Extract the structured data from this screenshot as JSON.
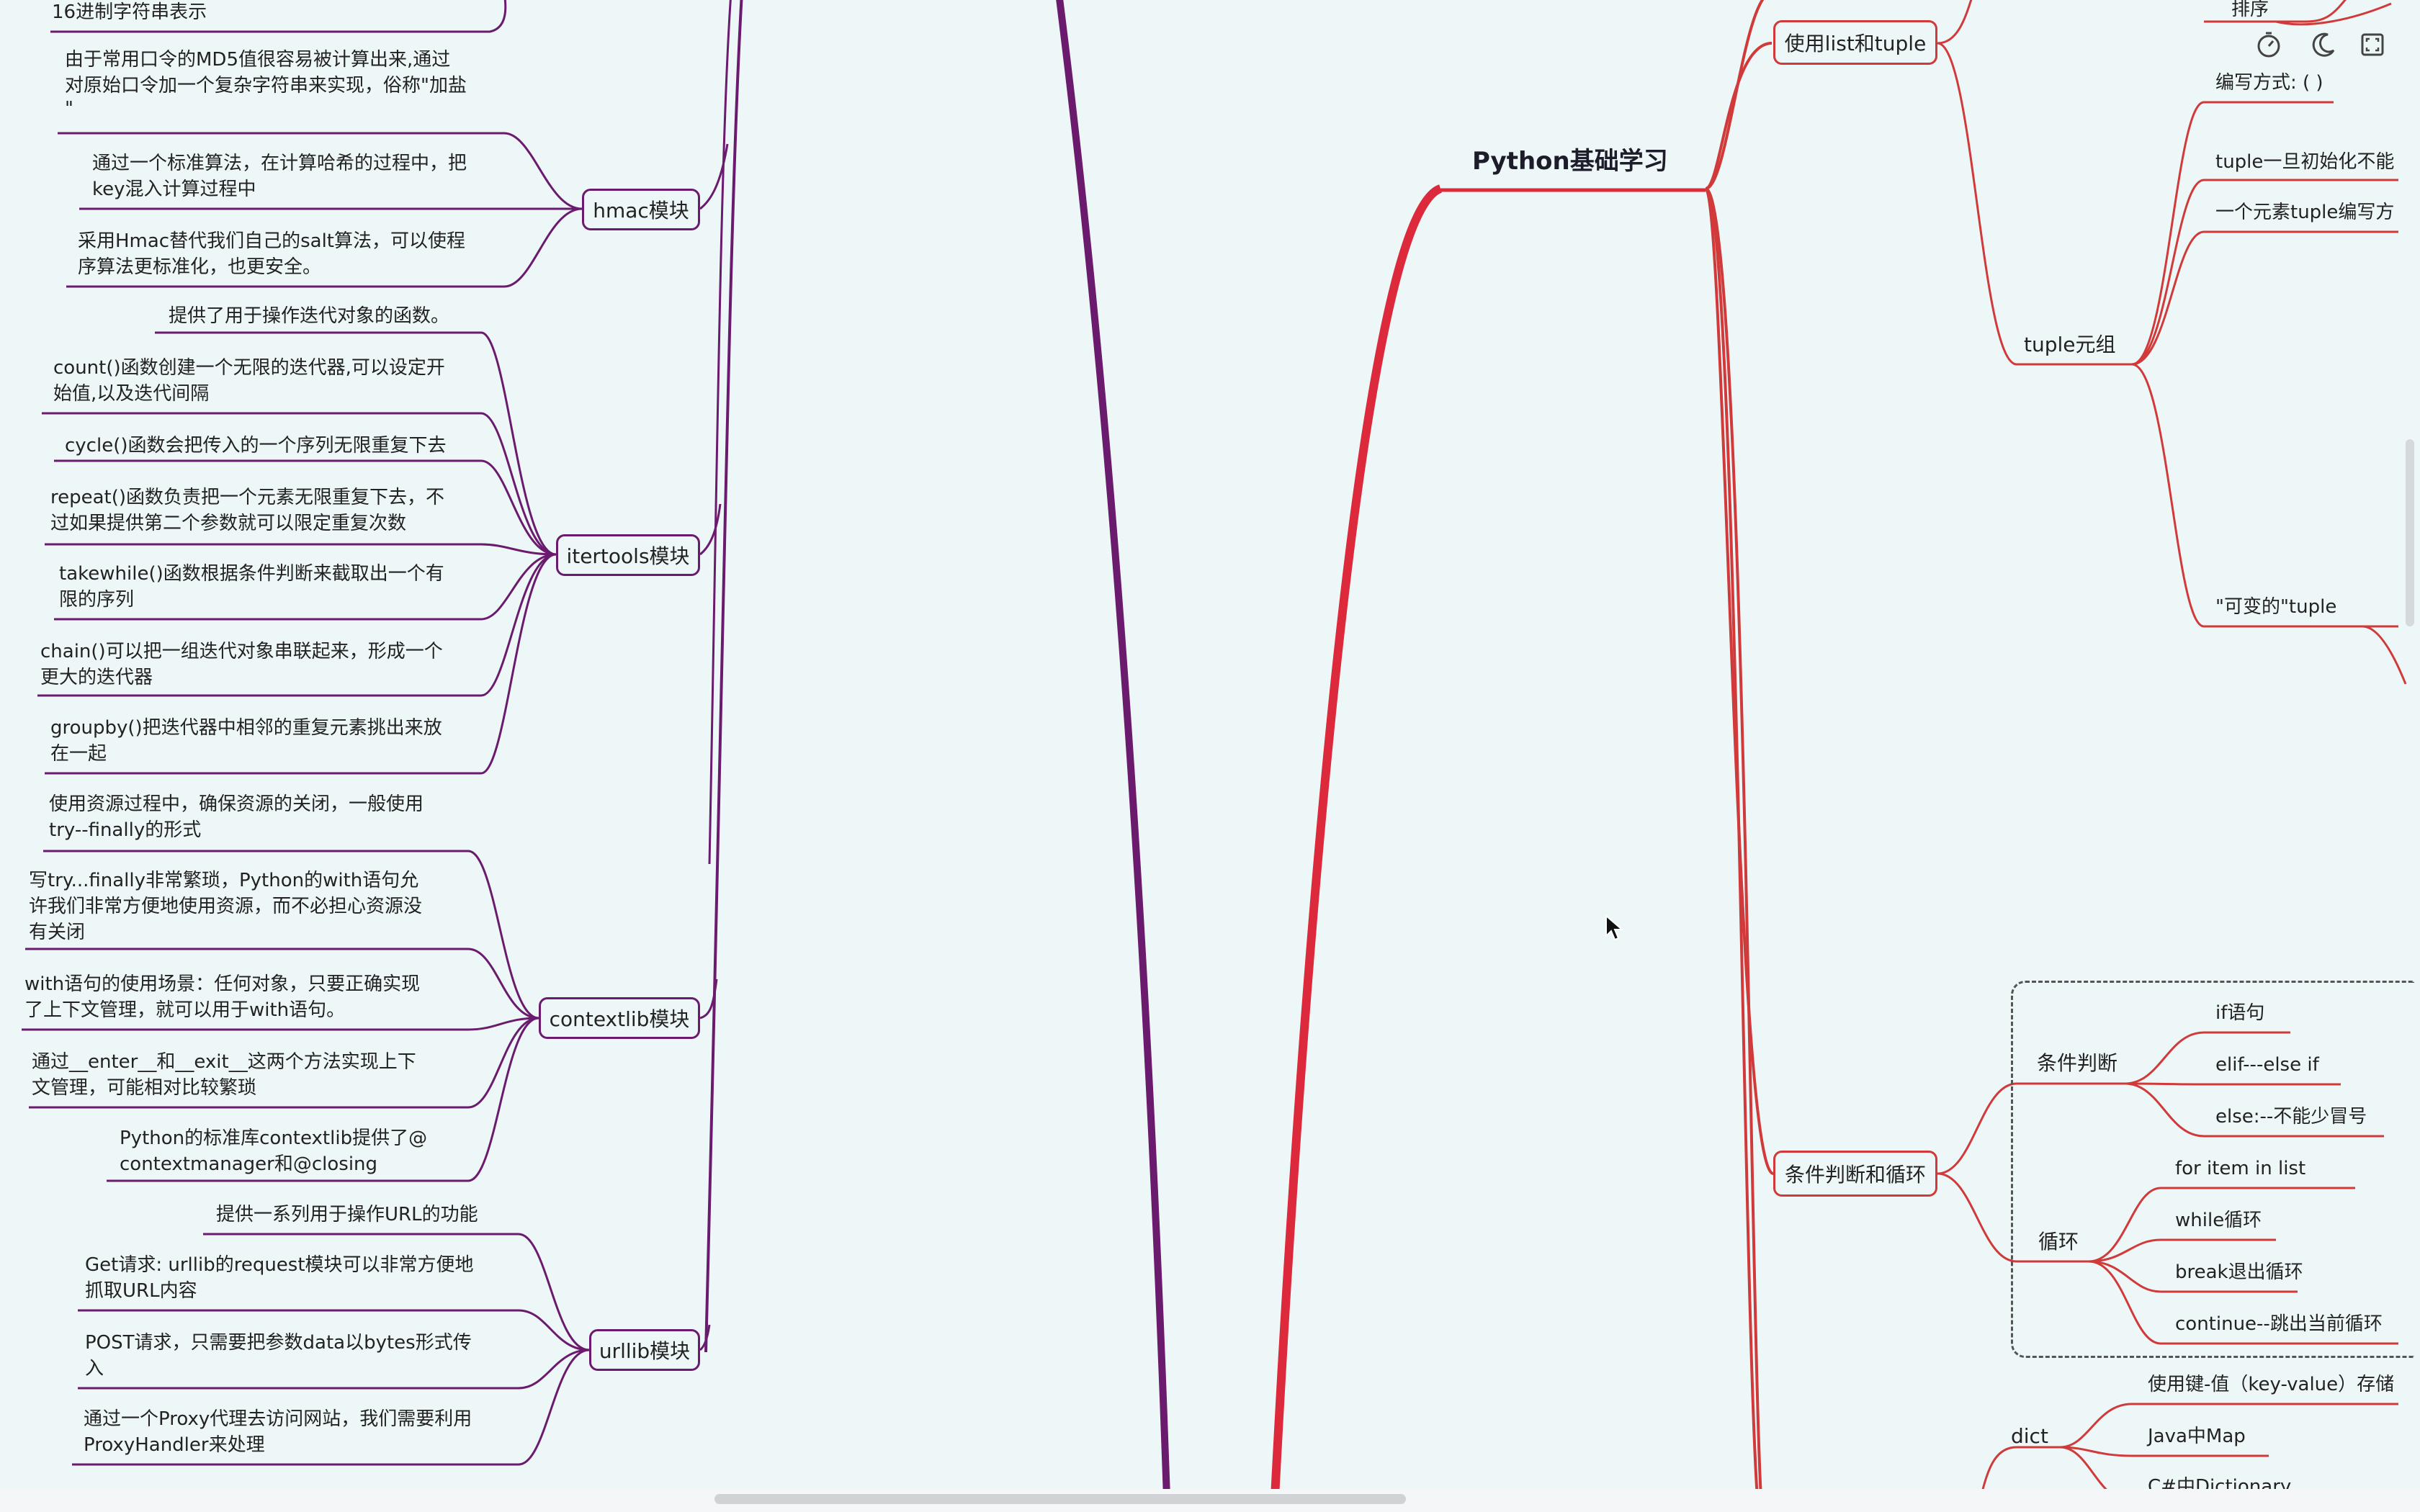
{
  "app": {
    "title": "Python基础学习"
  },
  "colors": {
    "background": "#eef7f7",
    "purple_branch": "#6a1b6e",
    "red_branch": "#d03a3a",
    "main_red": "#dc2a3c",
    "text": "#222222"
  },
  "left": {
    "top_partial": "16进制字符串表示",
    "hmac": {
      "label": "hmac模块",
      "leaves": [
        [
          "由于常用口令的MD5值很容易被计算出来,通过",
          "对原始口令加一个复杂字符串来实现，俗称\"加盐",
          "\""
        ],
        [
          "通过一个标准算法，在计算哈希的过程中，把",
          "key混入计算过程中"
        ],
        [
          "采用Hmac替代我们自己的salt算法，可以使程",
          "序算法更标准化，也更安全。"
        ]
      ]
    },
    "itertools": {
      "label": "itertools模块",
      "leaves": [
        [
          "提供了用于操作迭代对象的函数。"
        ],
        [
          "count()函数创建一个无限的迭代器,可以设定开",
          "始值,以及迭代间隔"
        ],
        [
          "cycle()函数会把传入的一个序列无限重复下去"
        ],
        [
          "repeat()函数负责把一个元素无限重复下去，不",
          "过如果提供第二个参数就可以限定重复次数"
        ],
        [
          "takewhile()函数根据条件判断来截取出一个有",
          "限的序列"
        ],
        [
          "chain()可以把一组迭代对象串联起来，形成一个",
          "更大的迭代器"
        ],
        [
          "groupby()把迭代器中相邻的重复元素挑出来放",
          "在一起"
        ]
      ]
    },
    "contextlib": {
      "label": "contextlib模块",
      "leaves": [
        [
          "使用资源过程中，确保资源的关闭，一般使用",
          "try--finally的形式"
        ],
        [
          "写try...finally非常繁琐，Python的with语句允",
          "许我们非常方便地使用资源，而不必担心资源没",
          "有关闭"
        ],
        [
          "with语句的使用场景：任何对象，只要正确实现",
          "了上下文管理，就可以用于with语句。"
        ],
        [
          "通过__enter__和__exit__这两个方法实现上下",
          "文管理，可能相对比较繁琐"
        ],
        [
          "Python的标准库contextlib提供了@",
          "contextmanager和@closing"
        ]
      ]
    },
    "urllib": {
      "label": "urllib模块",
      "leaves": [
        [
          "提供一系列用于操作URL的功能"
        ],
        [
          "Get请求: urllib的request模块可以非常方便地",
          "抓取URL内容"
        ],
        [
          "POST请求，只需要把参数data以bytes形式传",
          "入"
        ],
        [
          "通过一个Proxy代理去访问网站，我们需要利用",
          "ProxyHandler来处理"
        ]
      ]
    }
  },
  "right": {
    "list_tuple": {
      "label": "使用list和tuple",
      "partial_top": "排序"
    },
    "tuple": {
      "label": "tuple元组",
      "leaves": [
        "编写方式: ( )",
        "tuple一旦初始化不能",
        "一个元素tuple编写方",
        "\"可变的\"tuple"
      ]
    },
    "cond_loop": {
      "label": "条件判断和循环",
      "cond": {
        "label": "条件判断",
        "leaves": [
          "if语句",
          "elif---else if",
          "else:--不能少冒号"
        ]
      },
      "loop": {
        "label": "循环",
        "leaves": [
          "for item in list",
          "while循环",
          "break退出循环",
          "continue--跳出当前循环"
        ]
      }
    },
    "dict": {
      "label": "dict",
      "leaves": [
        "使用键-值（key-value）存储",
        "Java中Map",
        "C#中Dictionary"
      ]
    }
  },
  "toolbar": {
    "icons": [
      "timer-icon",
      "moon-icon",
      "fullscreen-icon"
    ]
  }
}
